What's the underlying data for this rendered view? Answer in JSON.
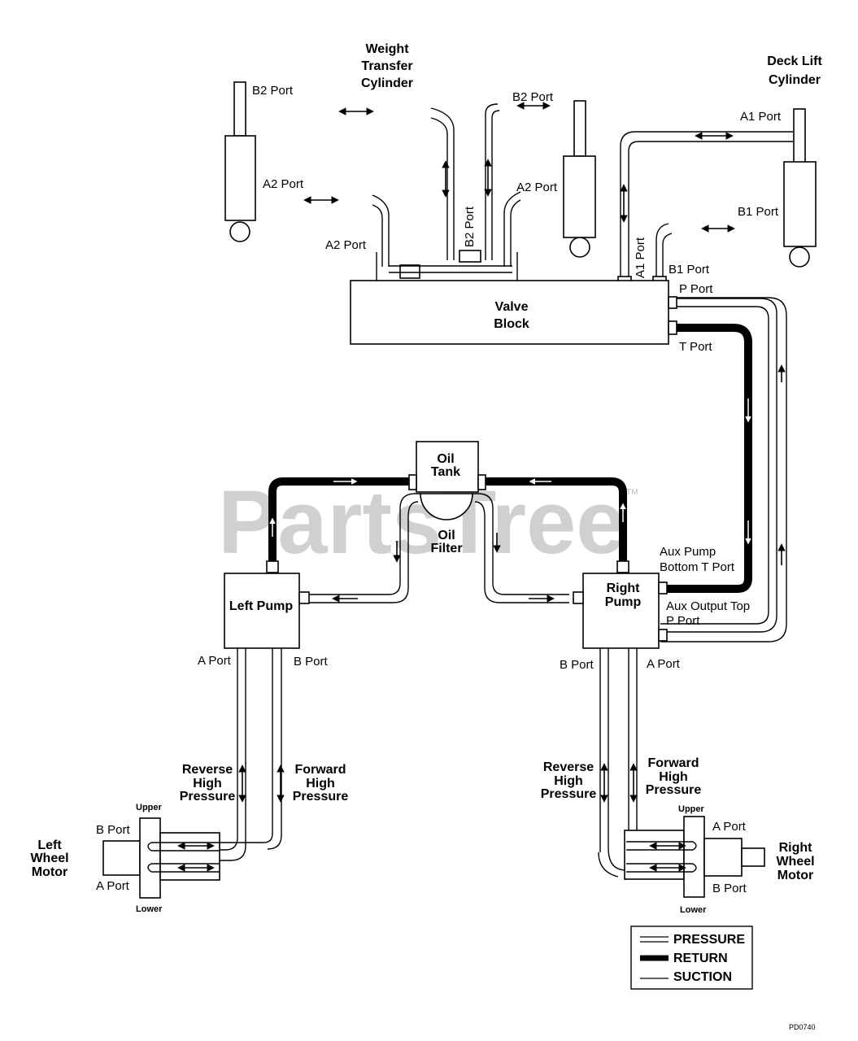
{
  "watermark": {
    "text": "PartsTree",
    "tm": "TM"
  },
  "labels": {
    "weight_transfer_cylinder": [
      "Weight",
      "Transfer",
      "Cylinder"
    ],
    "deck_lift_cylinder": [
      "Deck Lift",
      "Cylinder"
    ],
    "valve_block": [
      "Valve",
      "Block"
    ],
    "oil_tank": [
      "Oil",
      "Tank"
    ],
    "oil_filter": [
      "Oil",
      "Filter"
    ],
    "left_pump": "Left Pump",
    "right_pump": [
      "Right",
      "Pump"
    ],
    "left_wheel_motor": [
      "Left",
      "Wheel",
      "Motor"
    ],
    "right_wheel_motor": [
      "Right",
      "Wheel",
      "Motor"
    ],
    "left_reverse": [
      "Reverse",
      "High",
      "Pressure"
    ],
    "left_forward": [
      "Forward",
      "High",
      "Pressure"
    ],
    "right_reverse": [
      "Reverse",
      "High",
      "Pressure"
    ],
    "right_forward": [
      "Forward",
      "High",
      "Pressure"
    ],
    "ports": {
      "b2_top_left": "B2 Port",
      "a2_left": "A2 Port",
      "a2_valve": "A2 Port",
      "b2_valve": "B2 Port",
      "b2_top_right": "B2 Port",
      "a2_right": "A2 Port",
      "a1_top": "A1 Port",
      "a1_valve": "A1 Port",
      "b1_right": "B1 Port",
      "b1_valve": "B1 Port",
      "p_port": "P Port",
      "t_port": "T Port",
      "aux_pump_1": "Aux Pump",
      "aux_pump_2": "Bottom T Port",
      "aux_output_1": "Aux Output Top",
      "aux_output_2": "P Port",
      "left_a": "A Port",
      "left_b": "B Port",
      "right_b": "B Port",
      "right_a": "A Port",
      "lm_b": "B Port",
      "lm_a": "A Port",
      "rm_a": "A Port",
      "rm_b": "B Port",
      "lm_upper": "Upper",
      "lm_lower": "Lower",
      "rm_upper": "Upper",
      "rm_lower": "Lower"
    }
  },
  "legend": {
    "pressure": "PRESSURE",
    "return": "RETURN",
    "suction": "SUCTION"
  },
  "figure_code": "PD0740"
}
